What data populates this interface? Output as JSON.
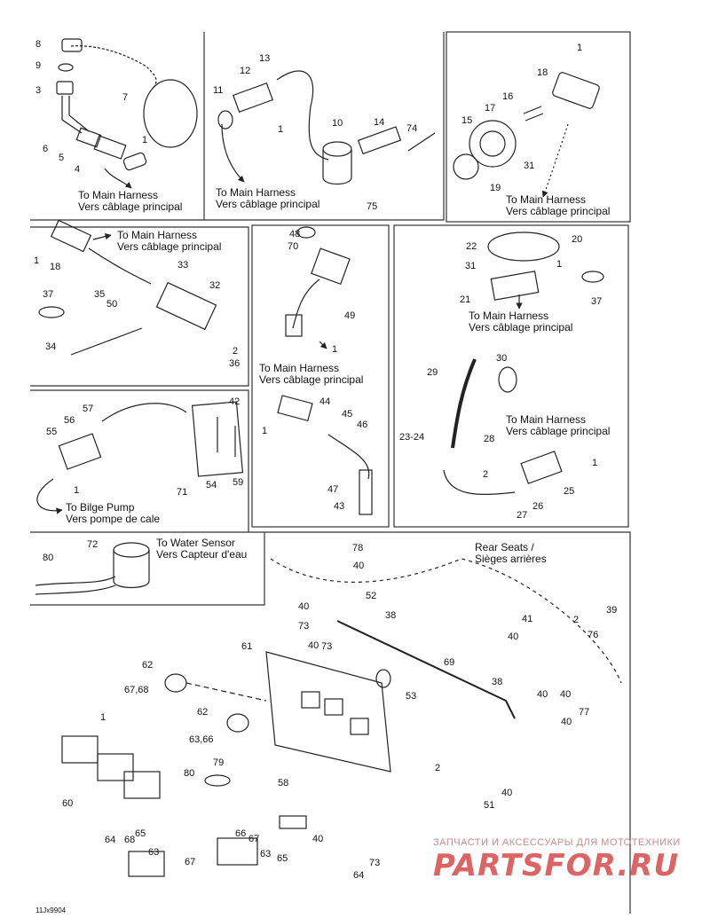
{
  "diagram_code": "11Jx9904",
  "captions": {
    "c1": [
      "To Main Harness",
      "Vers câblage principal"
    ],
    "c2": [
      "To Main Harness",
      "Vers câblage principal"
    ],
    "c3": [
      "To Main Harness",
      "Vers câblage principal"
    ],
    "c4": [
      "To Main Harness",
      "Vers câblage principal"
    ],
    "c5": [
      "To Main Harness",
      "Vers câblage principal"
    ],
    "c6": [
      "To Main Harness",
      "Vers câblage principal"
    ],
    "c7": [
      "To Main Harness",
      "Vers câblage principal"
    ],
    "c8": [
      "To Main Harness",
      "Vers câblage principal"
    ],
    "bilge": [
      "To Bilge Pump",
      "Vers pompe de cale"
    ],
    "water": [
      "To Water Sensor",
      "Vers Capteur d'eau"
    ],
    "seats": [
      "Rear Seats /",
      "Sièges arrières"
    ]
  },
  "callouts": [
    "8",
    "9",
    "3",
    "7",
    "6",
    "5",
    "4",
    "1",
    "13",
    "12",
    "11",
    "1",
    "10",
    "14",
    "74",
    "75",
    "1",
    "18",
    "16",
    "17",
    "15",
    "31",
    "19",
    "18",
    "1",
    "33",
    "35",
    "50",
    "37",
    "32",
    "34",
    "2",
    "36",
    "48",
    "70",
    "49",
    "1",
    "22",
    "20",
    "31",
    "1",
    "21",
    "37",
    "57",
    "56",
    "55",
    "1",
    "42",
    "54",
    "59",
    "71",
    "44",
    "45",
    "46",
    "1",
    "47",
    "43",
    "29",
    "30",
    "23-24",
    "28",
    "2",
    "1",
    "25",
    "26",
    "27",
    "80",
    "72",
    "78",
    "40",
    "52",
    "40",
    "73",
    "38",
    "41",
    "40",
    "2",
    "39",
    "76",
    "40",
    "61",
    "73",
    "40",
    "62",
    "67,68",
    "53",
    "69",
    "38",
    "40",
    "77",
    "40",
    "1",
    "62",
    "63,66",
    "79",
    "80",
    "58",
    "2",
    "40",
    "51",
    "60",
    "64",
    "68",
    "65",
    "67",
    "63",
    "66",
    "67",
    "63",
    "65",
    "40",
    "73",
    "64"
  ],
  "watermark": {
    "tagline": "ЗАПЧАСТИ И АКСЕССУАРЫ ДЛЯ МОТОТЕХНИКИ",
    "logo": "PARTSFOR.RU"
  }
}
